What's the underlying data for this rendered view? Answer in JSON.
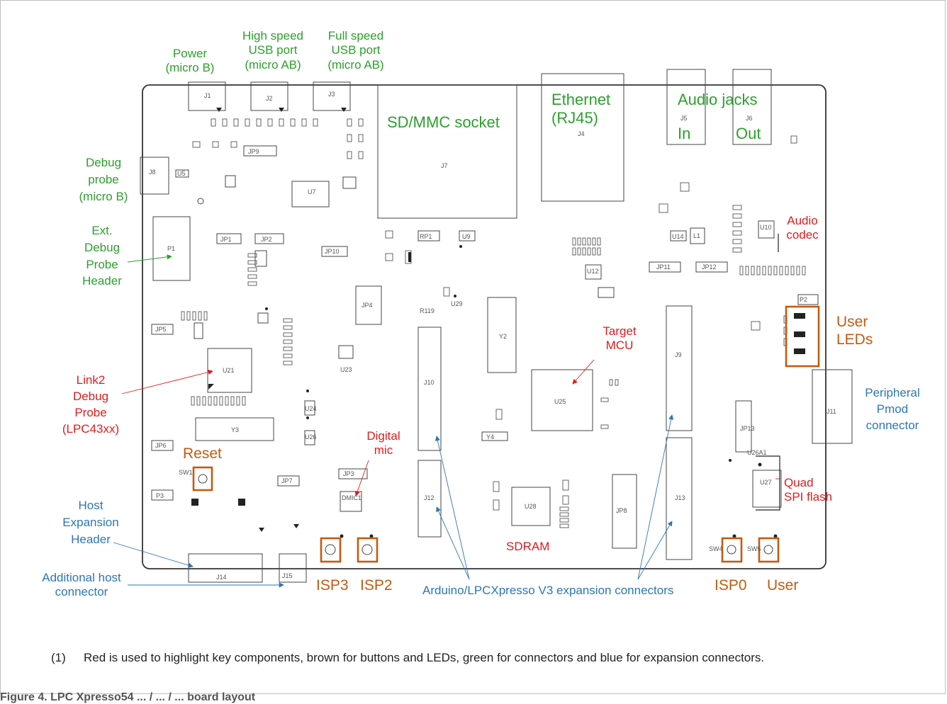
{
  "labels": {
    "power": [
      "Power",
      "(micro B)"
    ],
    "hs_usb": [
      "High speed",
      "USB port",
      "(micro AB)"
    ],
    "fs_usb": [
      "Full speed",
      "USB port",
      "(micro AB)"
    ],
    "sd": "SD/MMC socket",
    "ethernet": [
      "Ethernet",
      "(RJ45)"
    ],
    "audio_jacks": "Audio jacks",
    "audio_in": "In",
    "audio_out": "Out",
    "debug_probe": [
      "Debug",
      "probe",
      "(micro B)"
    ],
    "ext_debug": [
      "Ext.",
      "Debug",
      "Probe",
      "Header"
    ],
    "audio_codec": [
      "Audio",
      "codec"
    ],
    "target_mcu": [
      "Target",
      "MCU"
    ],
    "user_leds": [
      "User",
      "LEDs"
    ],
    "link2": [
      "Link2",
      "Debug",
      "Probe",
      "(LPC43xx)"
    ],
    "peripheral_pmod": [
      "Peripheral",
      "Pmod",
      "connector"
    ],
    "reset": "Reset",
    "digital_mic": [
      "Digital",
      "mic"
    ],
    "quad_spi": [
      "Quad",
      "SPI flash"
    ],
    "host_exp": [
      "Host",
      "Expansion",
      "Header"
    ],
    "sdram": "SDRAM",
    "additional_host": [
      "Additional host",
      "connector"
    ],
    "isp3": "ISP3",
    "isp2": "ISP2",
    "arduino": "Arduino/LPCXpresso V3 expansion connectors",
    "isp0": "ISP0",
    "user": "User"
  },
  "components": {
    "J1": "J1",
    "J2": "J2",
    "J3": "J3",
    "J4": "J4",
    "J5": "J5",
    "J6": "J6",
    "J7": "J7",
    "J8": "J8",
    "J9": "J9",
    "J10": "J10",
    "J11": "J11",
    "J12": "J12",
    "J13": "J13",
    "J14": "J14",
    "J15": "J15",
    "P1": "P1",
    "P2": "P2",
    "P3": "P3",
    "U21": "U21",
    "U25": "U25",
    "U28": "U28",
    "U27": "U27",
    "U10": "U10",
    "U12": "U12",
    "Y2": "Y2",
    "Y3": "Y3",
    "Y4": "Y4",
    "JP1": "JP1",
    "JP2": "JP2",
    "JP3": "JP3",
    "JP4": "JP4",
    "JP5": "JP5",
    "JP6": "JP6",
    "JP7": "JP7",
    "JP8": "JP8",
    "JP9": "JP9",
    "JP10": "JP10",
    "JP11": "JP11",
    "JP12": "JP12",
    "JP13": "JP13",
    "SW1": "SW1",
    "SW4": "SW4",
    "SW5": "SW5",
    "DMIC1": "DMIC1",
    "U24": "U24",
    "U26": "U26",
    "U23": "U23",
    "U14": "U14",
    "L1": "L1",
    "RP1": "RP1",
    "U9": "U9",
    "U26A1": "U26A1",
    "U29": "U29",
    "R119": "R119",
    "U7": "U7",
    "U5": "U5"
  },
  "footnote": {
    "number": "(1)",
    "text": "Red is used to highlight key components, brown for buttons and LEDs, green for connectors and blue for expansion connectors."
  },
  "caption": "Figure 4. LPC Xpresso54 ... / ... / ... board layout",
  "colors": {
    "green": "#2ca02c",
    "red": "#e31a1c",
    "brown": "#c55a11",
    "blue": "#2e75b6",
    "silk": "#555555"
  }
}
